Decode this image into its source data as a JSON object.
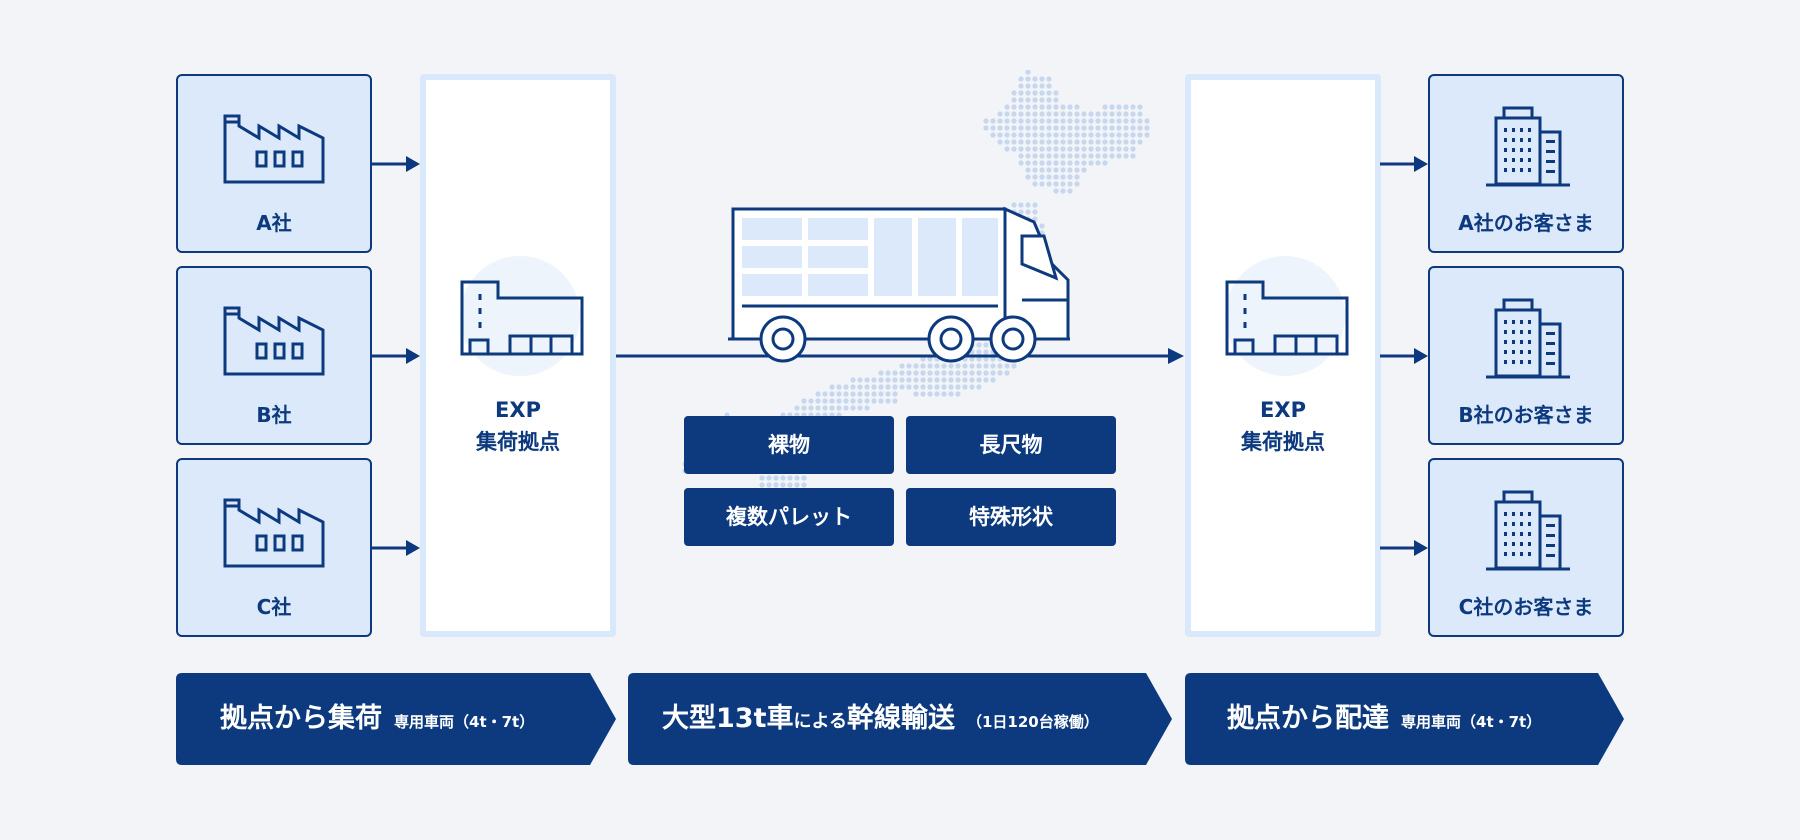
{
  "colors": {
    "navy": "#0d3a7e",
    "card_fill": "#dbe9fb",
    "hub_border": "#d9e8fb",
    "background": "#f2f4f8",
    "map_dots": "#c7d7ee"
  },
  "senders": [
    {
      "label": "A社",
      "icon": "factory-icon"
    },
    {
      "label": "B社",
      "icon": "factory-icon"
    },
    {
      "label": "C社",
      "icon": "factory-icon"
    }
  ],
  "hubs": {
    "left": {
      "line1": "EXP",
      "line2": "集荷拠点",
      "icon": "warehouse-icon"
    },
    "right": {
      "line1": "EXP",
      "line2": "集荷拠点",
      "icon": "warehouse-icon"
    }
  },
  "receivers": [
    {
      "label": "A社のお客さま",
      "icon": "building-icon"
    },
    {
      "label": "B社のお客さま",
      "icon": "building-icon"
    },
    {
      "label": "C社のお客さま",
      "icon": "building-icon"
    }
  ],
  "cargo_tags": [
    "裸物",
    "長尺物",
    "複数パレット",
    "特殊形状"
  ],
  "banners": [
    {
      "main": "拠点から集荷",
      "note": "専用車両（4t・7t）"
    },
    {
      "main_a": "大型13t車",
      "main_b": "による",
      "main_c": "幹線輸送",
      "note": "（1日120台稼働）"
    },
    {
      "main": "拠点から配達",
      "note": "専用車両（4t・7t）"
    }
  ]
}
